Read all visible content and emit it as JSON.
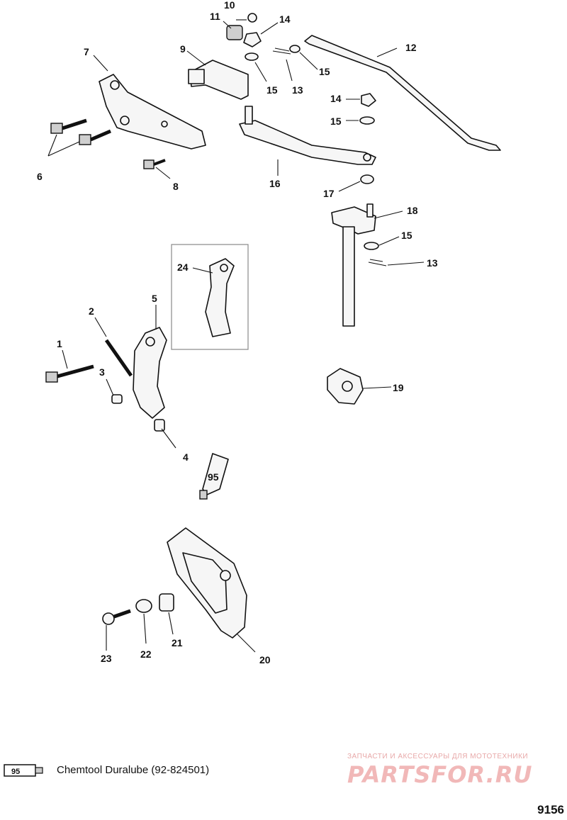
{
  "callouts": {
    "c1": "1",
    "c2": "2",
    "c3": "3",
    "c4": "4",
    "c5": "5",
    "c6": "6",
    "c7": "7",
    "c8": "8",
    "c9": "9",
    "c10": "10",
    "c11": "11",
    "c12": "12",
    "c13a": "13",
    "c13b": "13",
    "c14a": "14",
    "c14b": "14",
    "c15a": "15",
    "c15b": "15",
    "c15c": "15",
    "c15d": "15",
    "c16": "16",
    "c17": "17",
    "c18": "18",
    "c19": "19",
    "c20": "20",
    "c21": "21",
    "c22": "22",
    "c23": "23",
    "c24": "24"
  },
  "tube_label": "95",
  "legend": {
    "tube_code": "95",
    "text": "Chemtool Duralube (92-824501)"
  },
  "watermark": {
    "line": "ЗАПЧАСТИ И АКСЕССУАРЫ ДЛЯ МОТОТЕХНИКИ",
    "logo": "PARTSFOR.RU"
  },
  "diagram_number": "9156"
}
